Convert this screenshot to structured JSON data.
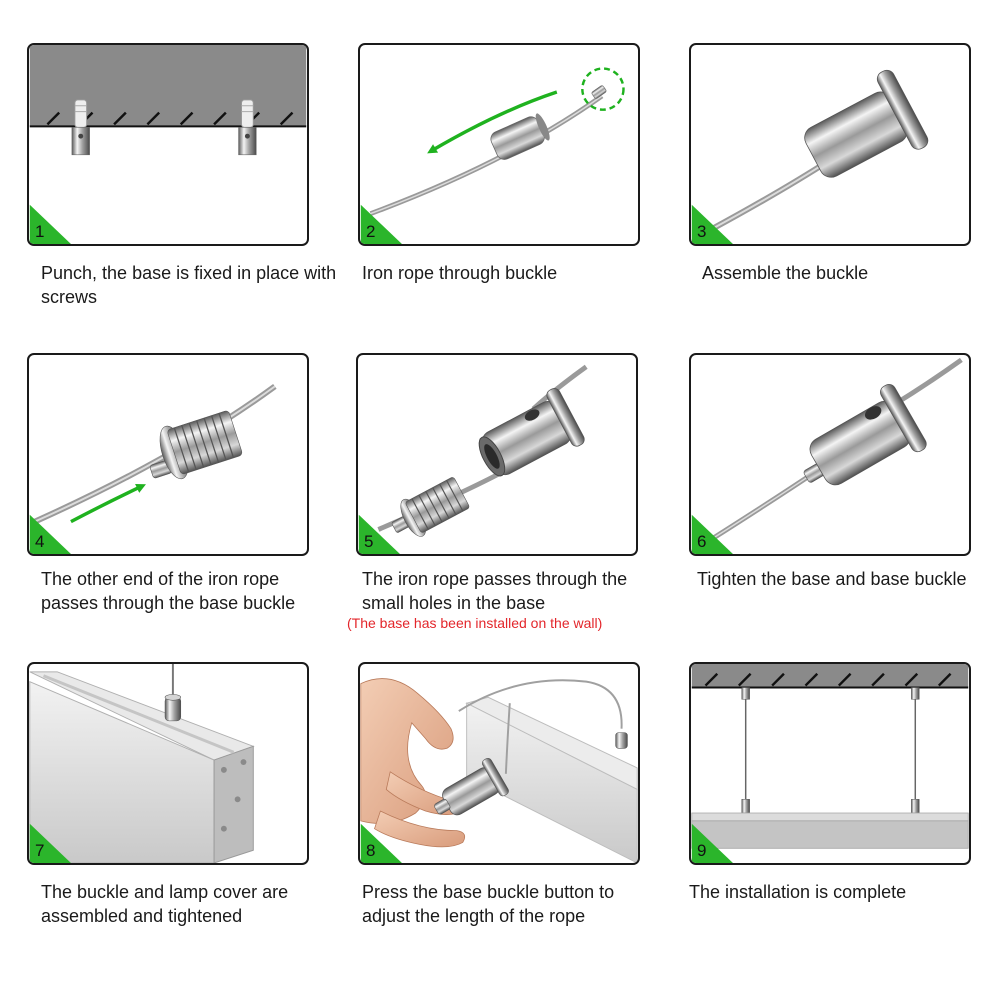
{
  "steps": [
    {
      "number": "1",
      "caption": "Punch, the base is fixed in place with screws",
      "note": ""
    },
    {
      "number": "2",
      "caption": "Iron rope through buckle",
      "note": ""
    },
    {
      "number": "3",
      "caption": "Assemble the buckle",
      "note": ""
    },
    {
      "number": "4",
      "caption": "The other end of the iron rope passes through the base buckle",
      "note": ""
    },
    {
      "number": "5",
      "caption": "The iron rope passes through the small holes in the base",
      "note": "(The base has been installed on the wall)"
    },
    {
      "number": "6",
      "caption": "Tighten the base and base buckle",
      "note": ""
    },
    {
      "number": "7",
      "caption": "The buckle and lamp cover are assembled and tightened",
      "note": ""
    },
    {
      "number": "8",
      "caption": "Press the base buckle button to adjust the length of the rope",
      "note": ""
    },
    {
      "number": "9",
      "caption": "The installation is complete",
      "note": ""
    }
  ],
  "colors": {
    "corner_badge": "#2bb52b",
    "arrow": "#1fb21f",
    "ceiling": "#8a8a8a",
    "note": "#e3262b",
    "border": "#1a1a1a"
  }
}
